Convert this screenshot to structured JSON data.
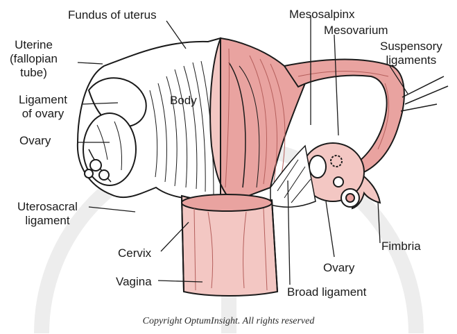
{
  "diagram": {
    "labels": {
      "fundus": "Fundus of uterus",
      "mesosalpinx": "Mesosalpinx",
      "mesovarium": "Mesovarium",
      "uterine_tube": "Uterine\n(fallopian\ntube)",
      "suspensory": "Suspensory\nligaments",
      "ligament_ovary": "Ligament\nof ovary",
      "body": "Body",
      "ovary_left": "Ovary",
      "uterosacral": "Uterosacral\nligament",
      "fimbria": "Fimbria",
      "cervix": "Cervix",
      "ovary_right": "Ovary",
      "vagina": "Vagina",
      "broad_ligament": "Broad ligament"
    },
    "copyright": "Copyright OptumInsight. All rights reserved"
  },
  "colors": {
    "tissue_pink": "#e9a3a0",
    "tissue_light": "#f3c7c3",
    "line": "#1a1a1a",
    "watermark": "#ececec"
  }
}
